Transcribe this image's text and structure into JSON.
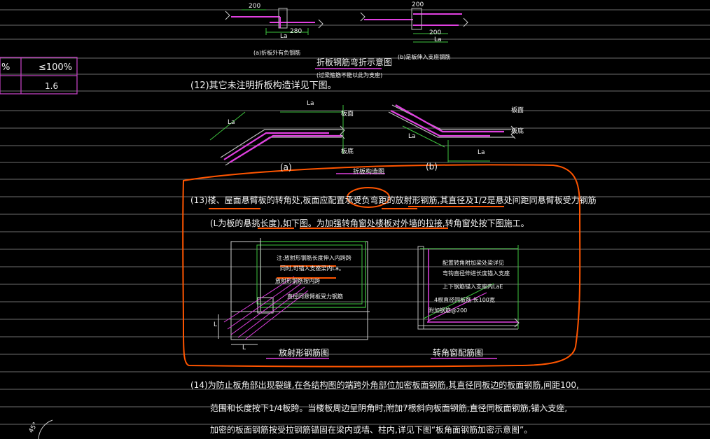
{
  "table": {
    "cell_pct_symbol": "%",
    "cell_value_limit": "≤100%",
    "cell_value_num": "1.6"
  },
  "top_details": {
    "dim_200_a": "200",
    "dim_la_a": "La",
    "dim_280": "280",
    "caption_a": "(a)折板外有负钢筋",
    "dim_200_b": "200",
    "dim_200_c": "200",
    "dim_la_b": "La",
    "caption_b": "(b)是板伸入支座钢筋",
    "figure_title": "折板钢筋弯折示意图",
    "figure_note": "(过梁箍筋不能以此为支座)"
  },
  "notes": {
    "n12": "(12)其它未注明折板构造详见下图。",
    "n13_line1": "(13)楼、屋面悬臂板的转角处,板面应配置承受负弯距的放射形钢筋,其直径及1/2是悬处间距同悬臂板受力钢筋",
    "n13_line2": "(L为板的悬挑长度),如下图。为加强转角窗处楼板对外墙的拉接,转角窗处按下图施工。",
    "n14_line1": "(14)为防止板角部出现裂缝,在各结构图的端跨外角部位加密板面钢筋,其直径同板边的板面钢筋,间距100,",
    "n14_line2": "范围和长度按下1/4板跨。当楼板周边呈阴角时,附加7根斜向板面钢筋,直径同板面钢筋,锚入支座,",
    "n14_line3": "加密的板面钢筋按受拉钢筋锚固在梁内或墙、柱内,详见下图“板角面钢筋加密示意图”。"
  },
  "fold_details": {
    "label_la_left": "La",
    "label_la_left2": "La",
    "label_banmian_left": "板面",
    "label_bandi_left": "板底",
    "caption_a": "(a)",
    "label_banmian_right": "板面",
    "label_la_right": "La",
    "label_la_right2": "La",
    "label_bandi_right": "板底",
    "caption_b": "(b)",
    "figure_title": "折板构造图"
  },
  "radial_detail": {
    "note1": "注:放射形钢筋长度伸入内跨跨",
    "note2": "同时,可锚入支座梁内La。",
    "note3": "放射形钢筋按内跨",
    "note4": "直径同悬臂板受力钢筋",
    "dim_l_v": "L",
    "dim_l_h": "L",
    "title": "放射形钢筋图"
  },
  "corner_detail": {
    "note1": "配置转角附加梁处梁详见",
    "note2": "弯钩直径伸进长度锚入支座",
    "note3": "上下钢筋锚入支座内LaE",
    "note4": "4根直径同板筋 长100宽",
    "note5": "附加钢筋@200",
    "title": "转角窗配筋图"
  },
  "misc": {
    "corner_angle": "45°"
  },
  "colors": {
    "background": "#000000",
    "text": "#f2f2f2",
    "layer_lines": "#7a7a7a",
    "magenta_rebar": "#e040e0",
    "green_dims": "#3ec43e",
    "annotation_orange": "#ff5500"
  }
}
